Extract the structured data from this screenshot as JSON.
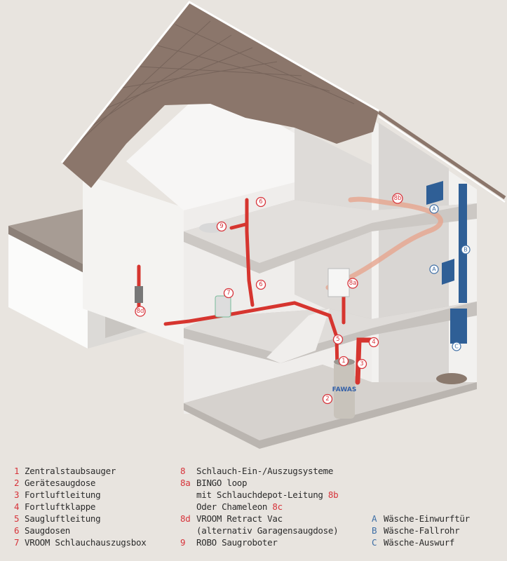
{
  "colors": {
    "background": "#e8e4df",
    "accent_red": "#d7333a",
    "accent_blue": "#3d6ea5",
    "roof": "#8b766b"
  },
  "diagram": {
    "product_label": "FAWAS",
    "markers": [
      "1",
      "2",
      "3",
      "4",
      "5",
      "6",
      "6",
      "7",
      "8a",
      "8b",
      "8d",
      "9",
      "A",
      "A",
      "B",
      "C"
    ]
  },
  "legend": {
    "col1": [
      {
        "num": "1",
        "label": "Zentralstaubsauger"
      },
      {
        "num": "2",
        "label": "Gerätesaugdose"
      },
      {
        "num": "3",
        "label": "Fortluftleitung"
      },
      {
        "num": "4",
        "label": "Fortluftklappe"
      },
      {
        "num": "5",
        "label": "Saugluftleitung"
      },
      {
        "num": "6",
        "label": "Saugdosen"
      },
      {
        "num": "7",
        "label": "VROOM Schlauchauszugsbox"
      }
    ],
    "col2": [
      {
        "num": "8",
        "label": "Schlauch-Ein-/Auszugsysteme"
      },
      {
        "num": "8a",
        "label": "BINGO loop"
      },
      {
        "num": "",
        "label": "mit Schlauchdepot-Leitung",
        "suffix": "8b"
      },
      {
        "num": "",
        "label": "Oder Chameleon",
        "suffix": "8c"
      },
      {
        "num": "8d",
        "label": "VROOM Retract Vac"
      },
      {
        "num": "",
        "label": "(alternativ Garagensaugdose)"
      },
      {
        "num": "9",
        "label": "ROBO Saugroboter"
      }
    ],
    "col3": [
      {
        "num": "A",
        "label": "Wäsche-Einwurftür"
      },
      {
        "num": "B",
        "label": "Wäsche-Fallrohr"
      },
      {
        "num": "C",
        "label": "Wäsche-Auswurf"
      }
    ]
  }
}
